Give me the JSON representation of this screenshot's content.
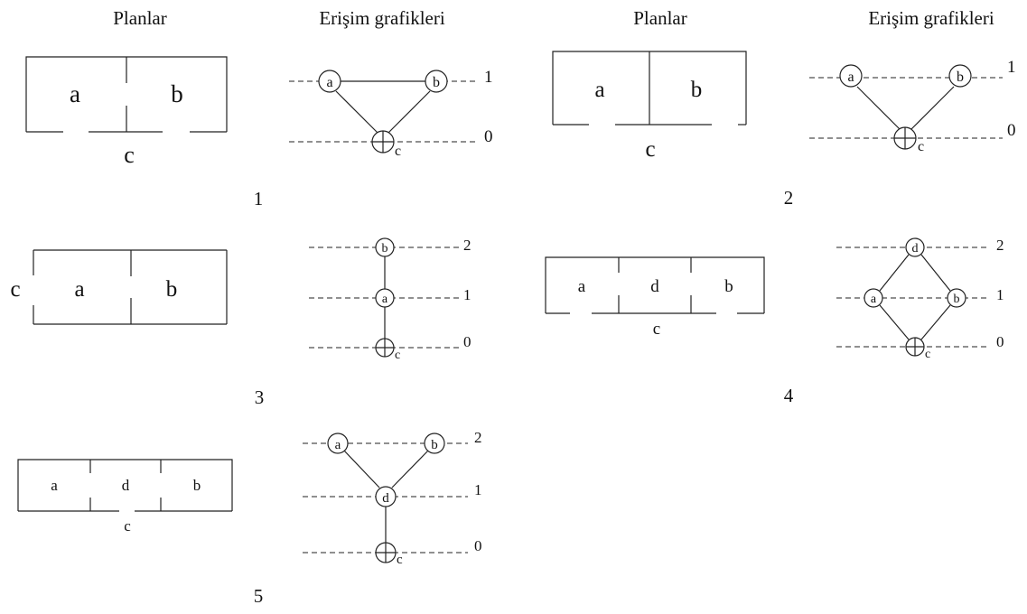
{
  "headers": {
    "plans_left": "Planlar",
    "graphs_left": "Erişim grafikleri",
    "plans_right": "Planlar",
    "graphs_right": "Erişim grafikleri"
  },
  "figures": [
    {
      "number": "1",
      "plan": {
        "rooms": [
          "a",
          "b"
        ],
        "outside": "c"
      },
      "graph": {
        "levels": [
          "1",
          "0"
        ],
        "nodes": [
          "a",
          "b",
          "c"
        ],
        "edges": [
          [
            "a",
            "b"
          ],
          [
            "a",
            "c"
          ],
          [
            "b",
            "c"
          ]
        ]
      }
    },
    {
      "number": "2",
      "plan": {
        "rooms": [
          "a",
          "b"
        ],
        "outside": "c"
      },
      "graph": {
        "levels": [
          "1",
          "0"
        ],
        "nodes": [
          "a",
          "b",
          "c"
        ],
        "edges": [
          [
            "a",
            "c"
          ],
          [
            "b",
            "c"
          ]
        ]
      }
    },
    {
      "number": "3",
      "plan": {
        "rooms": [
          "a",
          "b"
        ],
        "outside": "c"
      },
      "graph": {
        "levels": [
          "2",
          "1",
          "0"
        ],
        "nodes": [
          "b",
          "a",
          "c"
        ],
        "edges": [
          [
            "b",
            "a"
          ],
          [
            "a",
            "c"
          ]
        ]
      }
    },
    {
      "number": "4",
      "plan": {
        "rooms": [
          "a",
          "d",
          "b"
        ],
        "outside": "c"
      },
      "graph": {
        "levels": [
          "2",
          "1",
          "0"
        ],
        "nodes": [
          "d",
          "a",
          "b",
          "c"
        ],
        "edges": [
          [
            "d",
            "a"
          ],
          [
            "d",
            "b"
          ],
          [
            "a",
            "c"
          ],
          [
            "b",
            "c"
          ]
        ]
      }
    },
    {
      "number": "5",
      "plan": {
        "rooms": [
          "a",
          "d",
          "b"
        ],
        "outside": "c"
      },
      "graph": {
        "levels": [
          "2",
          "1",
          "0"
        ],
        "nodes": [
          "a",
          "b",
          "d",
          "c"
        ],
        "edges": [
          [
            "a",
            "d"
          ],
          [
            "b",
            "d"
          ],
          [
            "d",
            "c"
          ]
        ]
      }
    }
  ]
}
